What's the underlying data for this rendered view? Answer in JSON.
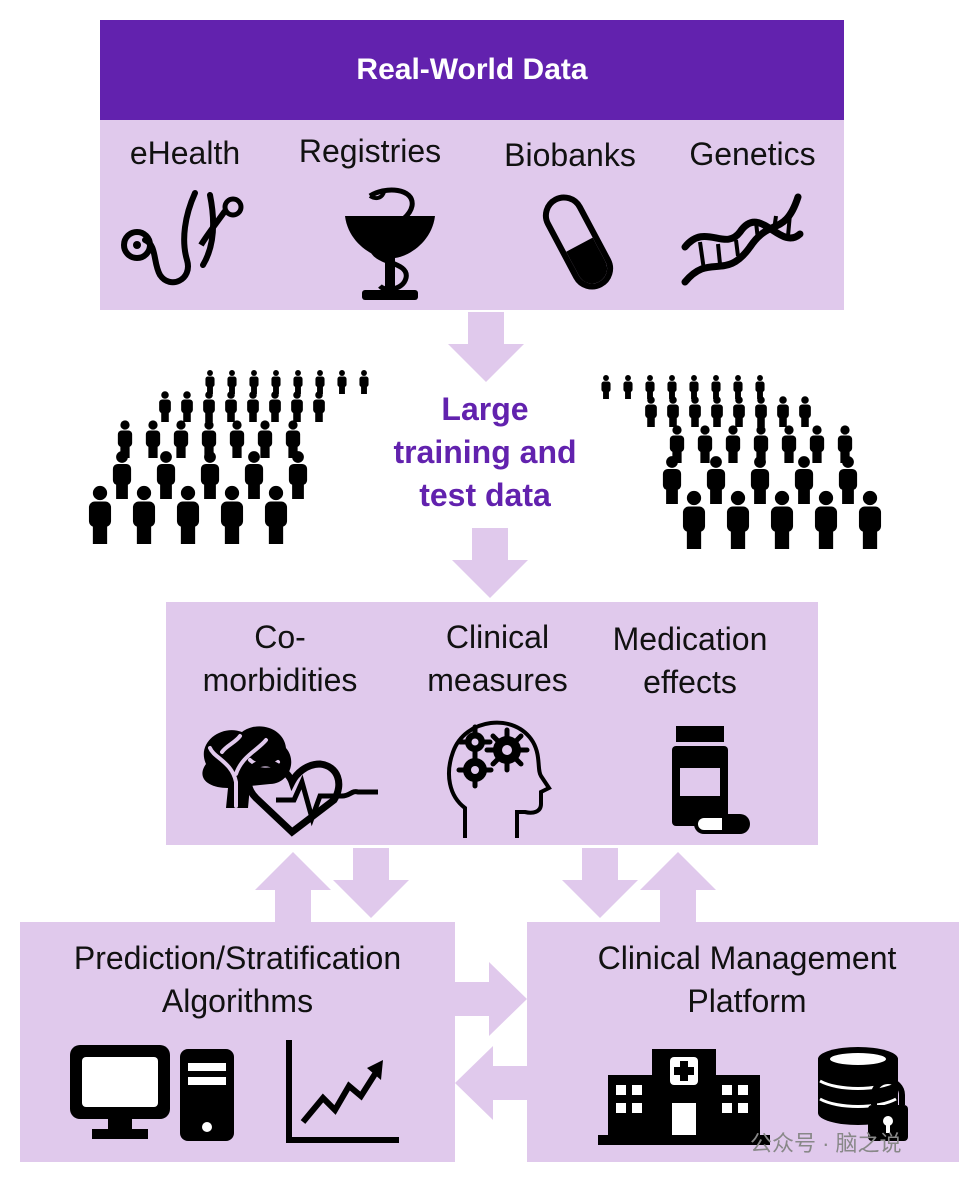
{
  "colors": {
    "accent": "#6222ae",
    "pale": "#e0c9ec",
    "icon": "#000000"
  },
  "header": {
    "title": "Real-World Data"
  },
  "sources": [
    {
      "label": "eHealth",
      "icon": "stethoscope-icon"
    },
    {
      "label": "Registries",
      "icon": "rod-of-asclepius-icon"
    },
    {
      "label": "Biobanks",
      "icon": "sample-tube-icon"
    },
    {
      "label": "Genetics",
      "icon": "dna-icon"
    }
  ],
  "center": {
    "lines": [
      "Large",
      "training and",
      "test data"
    ]
  },
  "measures": [
    {
      "lines": [
        "Co-",
        "morbidities"
      ],
      "icon": "brain-heart-icon"
    },
    {
      "lines": [
        "Clinical",
        "measures"
      ],
      "icon": "head-gears-icon"
    },
    {
      "lines": [
        "Medication",
        "effects"
      ],
      "icon": "pill-bottle-icon"
    }
  ],
  "algorithms": {
    "lines": [
      "Prediction/Stratification",
      "Algorithms"
    ],
    "icons": [
      "computer-icon",
      "chart-icon"
    ]
  },
  "platform": {
    "lines": [
      "Clinical Management",
      "Platform"
    ],
    "icons": [
      "hospital-icon",
      "secure-database-icon"
    ]
  },
  "watermark": "公众号 · 脑之说"
}
